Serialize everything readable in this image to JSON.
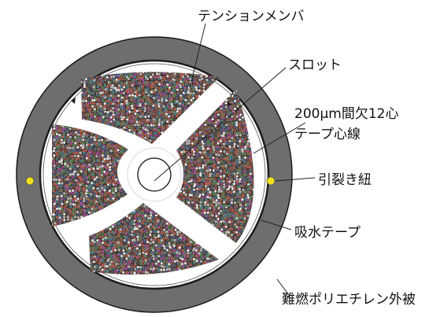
{
  "labels": {
    "tension_member": "テンションメンバ",
    "slot": "スロット",
    "fiber_line1": "200μm間欠12心",
    "fiber_line2": "テープ心線",
    "rip_cord": "引裂き紐",
    "absorbent_tape": "吸水テープ",
    "sheath": "難燃ポリエチレン外被"
  },
  "colors": {
    "sheath": "#6e6e6e",
    "sheath_edge": "#1a1a1a",
    "slot_body": "#ffffff",
    "tape_ring": "#1e1e1e",
    "rip_cord": "#f2e21a",
    "fiber_palette": [
      "#7a2a1e",
      "#1e2f66",
      "#2d6a2d",
      "#6b4a22",
      "#202020",
      "#8c1f7e",
      "#b0b0b0",
      "#e8e8e8",
      "#1d5e74",
      "#b0321e"
    ]
  }
}
